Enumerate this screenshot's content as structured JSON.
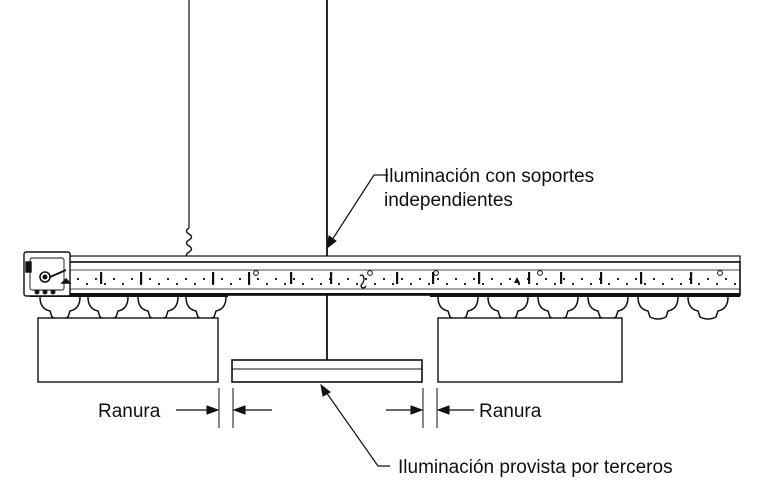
{
  "labels": {
    "support_line1": "Iluminación con soportes",
    "support_line2": "independientes",
    "slot_left": "Ranura",
    "slot_right": "Ranura",
    "third_party": "Iluminación provista por terceros"
  },
  "colors": {
    "ink": "#111111",
    "paper": "#ffffff"
  },
  "icons": {
    "end_cap": "rail-end-cap-icon",
    "hanger_clip": "hanger-wire-clip-icon"
  }
}
